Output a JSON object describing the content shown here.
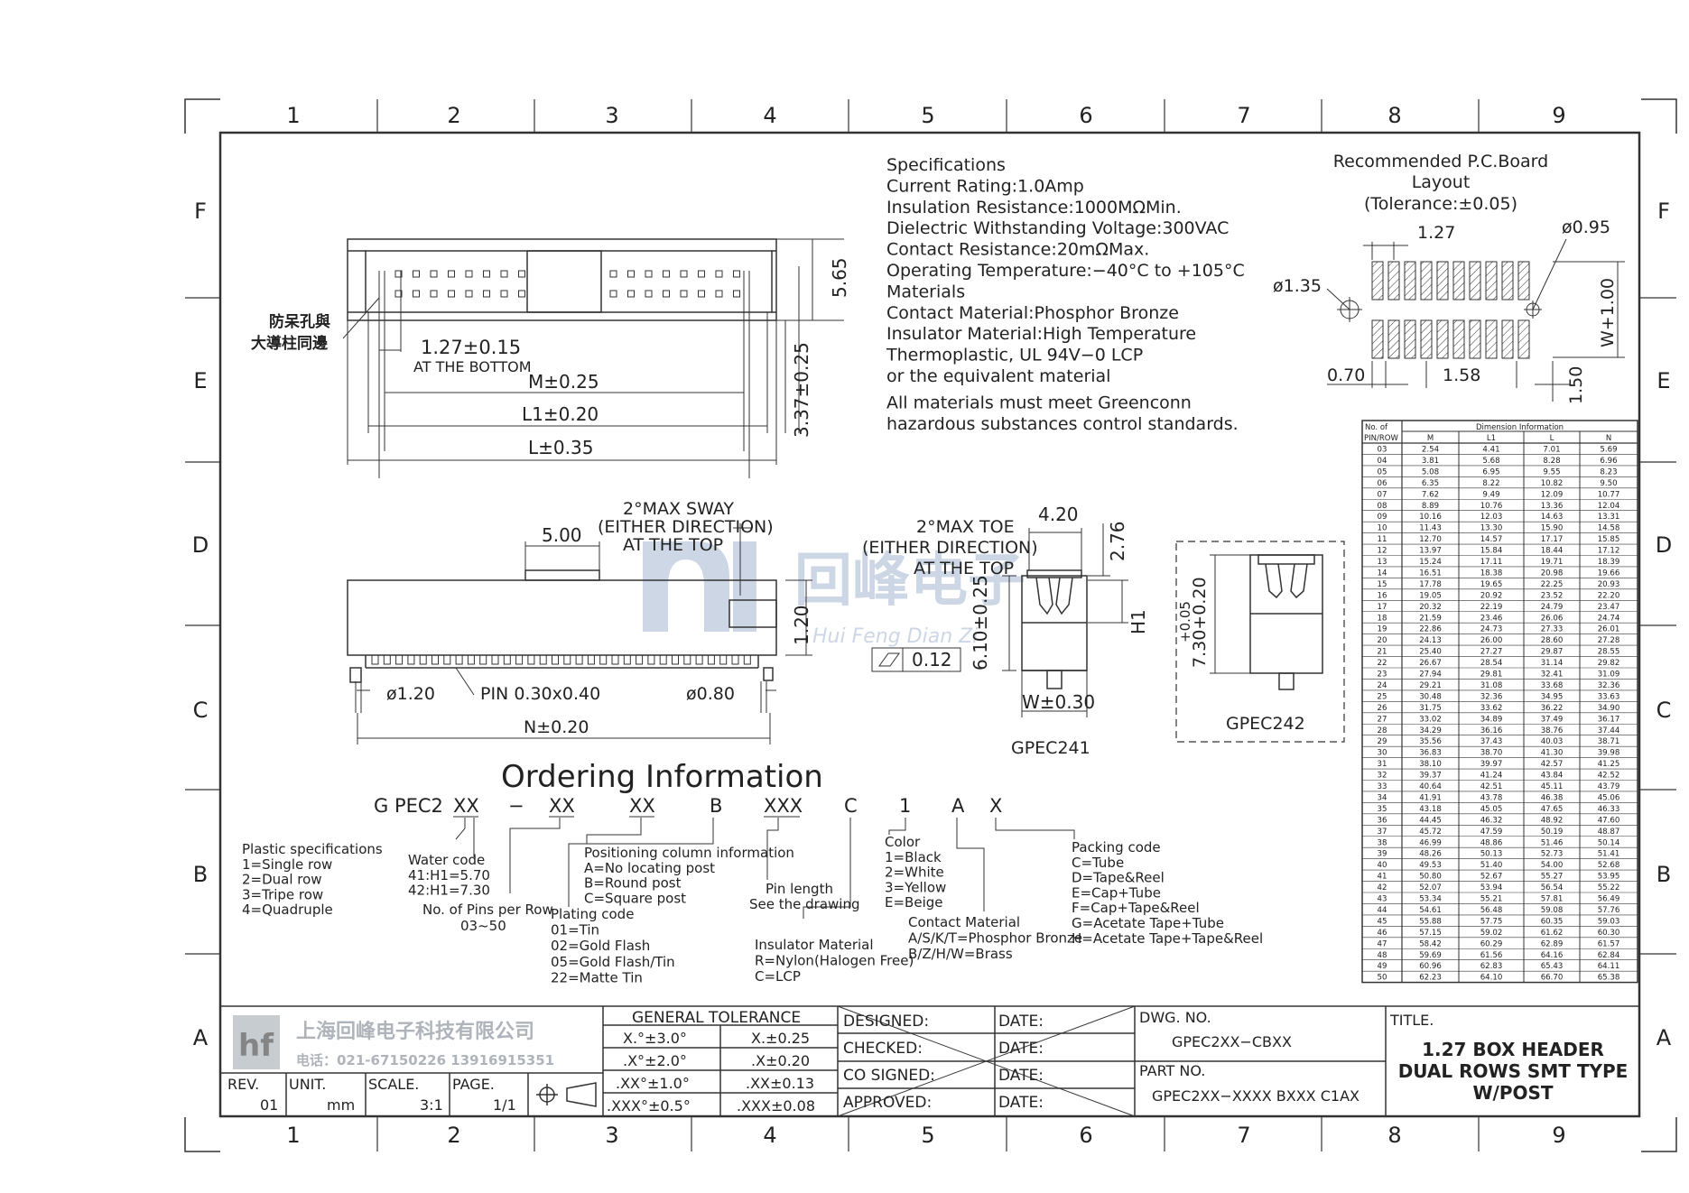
{
  "frame": {
    "columns": [
      "1",
      "2",
      "3",
      "4",
      "5",
      "6",
      "7",
      "8",
      "9"
    ],
    "rows": [
      "F",
      "E",
      "D",
      "C",
      "B",
      "A"
    ]
  },
  "specs": {
    "lines": [
      "Specifications",
      "Current  Rating:1.0Amp",
      "Insulation  Resistance:1000MΩMin.",
      "Dielectric  Withstanding  Voltage:300VAC",
      "Contact  Resistance:20mΩMax.",
      "Operating  Temperature:−40°C  to  +105°C",
      "Materials",
      "Contact  Material:Phosphor  Bronze",
      "Insulator  Material:High  Temperature",
      "Thermoplastic,  UL  94V−0  LCP",
      "or  the  equivalent  material",
      "All  materials  must  meet  Greenconn",
      "hazardous  substances  control  standards."
    ]
  },
  "pcb": {
    "title1": "Recommended  P.C.Board",
    "title2": "Layout",
    "tolerance": "(Tolerance:±0.05)",
    "d_pitch": "1.27",
    "d_hole_small": "ø0.95",
    "d_hole_big": "ø1.35",
    "d_height": "W+1.00",
    "d_pad_w": "0.70",
    "d_pad_gap": "1.58",
    "d_pad_h": "1.50"
  },
  "top_view": {
    "note1": "防呆孔與",
    "note2": "大導柱同邊",
    "d_pitch": "1.27±0.15",
    "d_pitch_note": "AT  THE  BOTTOM",
    "d_m": "M±0.25",
    "d_l1": "L1±0.20",
    "d_l": "L±0.35",
    "d_565": "5.65",
    "d_337": "3.37±0.25"
  },
  "side_view": {
    "sway1": "2°MAX  SWAY",
    "sway2": "(EITHER  DIRECTION)",
    "sway3": "AT  THE  TOP",
    "d_500": "5.00",
    "d_120": "1.20",
    "d_phi120": "ø1.20",
    "d_pin": "PIN  0.30x0.40",
    "d_phi080": "ø0.80",
    "d_n": "N±0.20"
  },
  "end_view": {
    "toe1": "2°MAX  TOE",
    "toe2": "(EITHER  DIRECTION)",
    "toe3": "AT  THE  TOP",
    "d_420": "4.20",
    "d_276": "2.76",
    "d_610": "6.10±0.25",
    "d_h1": "H1",
    "d_flat": "0.12",
    "d_w": "W±0.30",
    "label": "GPEC241"
  },
  "gpec242": {
    "d_730": "7.30+0.20",
    "d_730b": "+0.05",
    "label": "GPEC242"
  },
  "watermark": {
    "cn": "回峰电子",
    "en": "Hui Feng Dian Zi"
  },
  "ordering": {
    "title": "Ordering  Information",
    "code_parts": [
      "G  PEC2",
      "XX",
      "−",
      "XX",
      "XX",
      "B",
      "XXX",
      "C",
      "1",
      "A",
      "X"
    ],
    "plastic": [
      "Plastic  specifications",
      "1=Single  row",
      "2=Dual  row",
      "3=Tripe  row",
      "4=Quadruple"
    ],
    "water": [
      "Water  code",
      "41:H1=5.70",
      "42:H1=7.30"
    ],
    "pins": [
      "No.  of  Pins  per  Row",
      "03~50"
    ],
    "position": [
      "Positioning  column  information",
      "A=No  locating  post",
      "B=Round  post",
      "C=Square  post"
    ],
    "plating": [
      "Plating  code",
      "01=Tin",
      "02=Gold  Flash",
      "05=Gold  Flash/Tin",
      "22=Matte  Tin"
    ],
    "pin_length": [
      "Pin  length",
      "See  the  drawing"
    ],
    "insulator": [
      "Insulator  Material",
      "R=Nylon(Halogen  Free)",
      "C=LCP"
    ],
    "color": [
      "Color",
      "1=Black",
      "2=White",
      "3=Yellow",
      "E=Beige"
    ],
    "contact": [
      "Contact  Material",
      "A/S/K/T=Phosphor  Bronze",
      "B/Z/H/W=Brass"
    ],
    "packing": [
      "Packing  code",
      "C=Tube",
      "D=Tape&Reel",
      "E=Cap+Tube",
      "F=Cap+Tape&Reel",
      "G=Acetate  Tape+Tube",
      "H=Acetate  Tape+Tape&Reel"
    ]
  },
  "dim_table": {
    "header_left1": "No.  of",
    "header_left2": "PIN/ROW",
    "header_group": "Dimension  Information",
    "columns": [
      "M",
      "L1",
      "L",
      "N"
    ],
    "rows": [
      [
        "03",
        "2.54",
        "4.41",
        "7.01",
        "5.69"
      ],
      [
        "04",
        "3.81",
        "5.68",
        "8.28",
        "6.96"
      ],
      [
        "05",
        "5.08",
        "6.95",
        "9.55",
        "8.23"
      ],
      [
        "06",
        "6.35",
        "8.22",
        "10.82",
        "9.50"
      ],
      [
        "07",
        "7.62",
        "9.49",
        "12.09",
        "10.77"
      ],
      [
        "08",
        "8.89",
        "10.76",
        "13.36",
        "12.04"
      ],
      [
        "09",
        "10.16",
        "12.03",
        "14.63",
        "13.31"
      ],
      [
        "10",
        "11.43",
        "13.30",
        "15.90",
        "14.58"
      ],
      [
        "11",
        "12.70",
        "14.57",
        "17.17",
        "15.85"
      ],
      [
        "12",
        "13.97",
        "15.84",
        "18.44",
        "17.12"
      ],
      [
        "13",
        "15.24",
        "17.11",
        "19.71",
        "18.39"
      ],
      [
        "14",
        "16.51",
        "18.38",
        "20.98",
        "19.66"
      ],
      [
        "15",
        "17.78",
        "19.65",
        "22.25",
        "20.93"
      ],
      [
        "16",
        "19.05",
        "20.92",
        "23.52",
        "22.20"
      ],
      [
        "17",
        "20.32",
        "22.19",
        "24.79",
        "23.47"
      ],
      [
        "18",
        "21.59",
        "23.46",
        "26.06",
        "24.74"
      ],
      [
        "19",
        "22.86",
        "24.73",
        "27.33",
        "26.01"
      ],
      [
        "20",
        "24.13",
        "26.00",
        "28.60",
        "27.28"
      ],
      [
        "21",
        "25.40",
        "27.27",
        "29.87",
        "28.55"
      ],
      [
        "22",
        "26.67",
        "28.54",
        "31.14",
        "29.82"
      ],
      [
        "23",
        "27.94",
        "29.81",
        "32.41",
        "31.09"
      ],
      [
        "24",
        "29.21",
        "31.08",
        "33.68",
        "32.36"
      ],
      [
        "25",
        "30.48",
        "32.36",
        "34.95",
        "33.63"
      ],
      [
        "26",
        "31.75",
        "33.62",
        "36.22",
        "34.90"
      ],
      [
        "27",
        "33.02",
        "34.89",
        "37.49",
        "36.17"
      ],
      [
        "28",
        "34.29",
        "36.16",
        "38.76",
        "37.44"
      ],
      [
        "29",
        "35.56",
        "37.43",
        "40.03",
        "38.71"
      ],
      [
        "30",
        "36.83",
        "38.70",
        "41.30",
        "39.98"
      ],
      [
        "31",
        "38.10",
        "39.97",
        "42.57",
        "41.25"
      ],
      [
        "32",
        "39.37",
        "41.24",
        "43.84",
        "42.52"
      ],
      [
        "33",
        "40.64",
        "42.51",
        "45.11",
        "43.79"
      ],
      [
        "34",
        "41.91",
        "43.78",
        "46.38",
        "45.06"
      ],
      [
        "35",
        "43.18",
        "45.05",
        "47.65",
        "46.33"
      ],
      [
        "36",
        "44.45",
        "46.32",
        "48.92",
        "47.60"
      ],
      [
        "37",
        "45.72",
        "47.59",
        "50.19",
        "48.87"
      ],
      [
        "38",
        "46.99",
        "48.86",
        "51.46",
        "50.14"
      ],
      [
        "39",
        "48.26",
        "50.13",
        "52.73",
        "51.41"
      ],
      [
        "40",
        "49.53",
        "51.40",
        "54.00",
        "52.68"
      ],
      [
        "41",
        "50.80",
        "52.67",
        "55.27",
        "53.95"
      ],
      [
        "42",
        "52.07",
        "53.94",
        "56.54",
        "55.22"
      ],
      [
        "43",
        "53.34",
        "55.21",
        "57.81",
        "56.49"
      ],
      [
        "44",
        "54.61",
        "56.48",
        "59.08",
        "57.76"
      ],
      [
        "45",
        "55.88",
        "57.75",
        "60.35",
        "59.03"
      ],
      [
        "46",
        "57.15",
        "59.02",
        "61.62",
        "60.30"
      ],
      [
        "47",
        "58.42",
        "60.29",
        "62.89",
        "61.57"
      ],
      [
        "48",
        "59.69",
        "61.56",
        "64.16",
        "62.84"
      ],
      [
        "49",
        "60.96",
        "62.83",
        "65.43",
        "64.11"
      ],
      [
        "50",
        "62.23",
        "64.10",
        "66.70",
        "65.38"
      ]
    ]
  },
  "title_block": {
    "company": "上海回峰电子科技有限公司",
    "phone": "电话：021-67150226  13916915351",
    "logo_text": "hf",
    "rev_label": "REV.",
    "rev_value": "01",
    "unit_label": "UNIT.",
    "unit_value": "mm",
    "scale_label": "SCALE.",
    "scale_value": "3:1",
    "page_label": "PAGE.",
    "page_value": "1/1",
    "gt_title": "GENERAL  TOLERANCE",
    "gt_rows": [
      [
        "X.°±3.0°",
        "X.±0.25"
      ],
      [
        ".X°±2.0°",
        ".X±0.20"
      ],
      [
        ".XX°±1.0°",
        ".XX±0.13"
      ],
      [
        ".XXX°±0.5°",
        ".XXX±0.08"
      ]
    ],
    "sign_rows": [
      "DESIGNED:",
      "CHECKED:",
      "CO  SIGNED:",
      "APPROVED:"
    ],
    "date_label": "DATE:",
    "dwg_label": "DWG.  NO.",
    "dwg_value": "GPEC2XX−CBXX",
    "part_label": "PART  NO.",
    "part_value": "GPEC2XX−XXXX  BXXX  C1AX",
    "title_label": "TITLE.",
    "title_lines": [
      "1.27  BOX  HEADER",
      "DUAL  ROWS  SMT  TYPE",
      "W/POST"
    ]
  }
}
